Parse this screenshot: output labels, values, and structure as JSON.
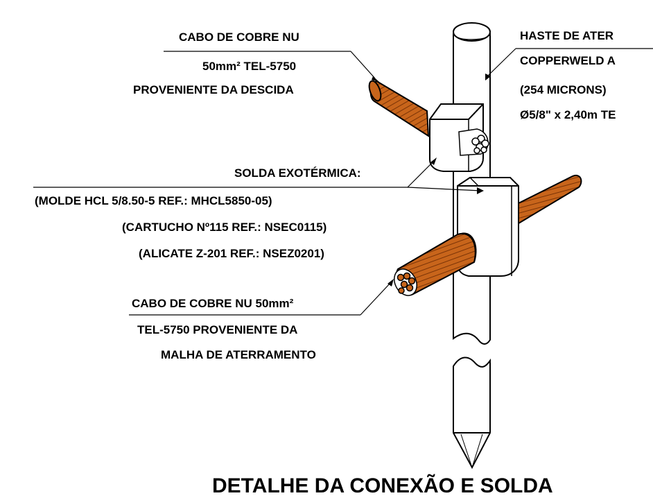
{
  "labels": {
    "descida_cable": {
      "line1": "CABO DE COBRE NU",
      "line2": "50mm² TEL-5750",
      "line3": "PROVENIENTE DA DESCIDA"
    },
    "rod": {
      "line1": "HASTE DE ATER",
      "line2": "COPPERWELD A",
      "line3": "(254 MICRONS)",
      "line4": "Ø5/8\" x 2,40m TE"
    },
    "weld": {
      "line1": "SOLDA EXOTÉRMICA:",
      "line2": "(MOLDE HCL 5/8.50-5 REF.: MHCL5850-05)",
      "line3": "(CARTUCHO Nº115 REF.: NSEC0115)",
      "line4": "(ALICATE Z-201 REF.: NSEZ0201)"
    },
    "mesh_cable": {
      "line1": "CABO DE COBRE NU 50mm²",
      "line2": "TEL-5750 PROVENIENTE DA",
      "line3": "MALHA DE ATERRAMENTO"
    }
  },
  "title": "DETALHE DA CONEXÃO E SOLDA",
  "colors": {
    "copper": "#c8651b",
    "copper_dark": "#7a3306",
    "line": "#000000",
    "background": "#ffffff"
  }
}
